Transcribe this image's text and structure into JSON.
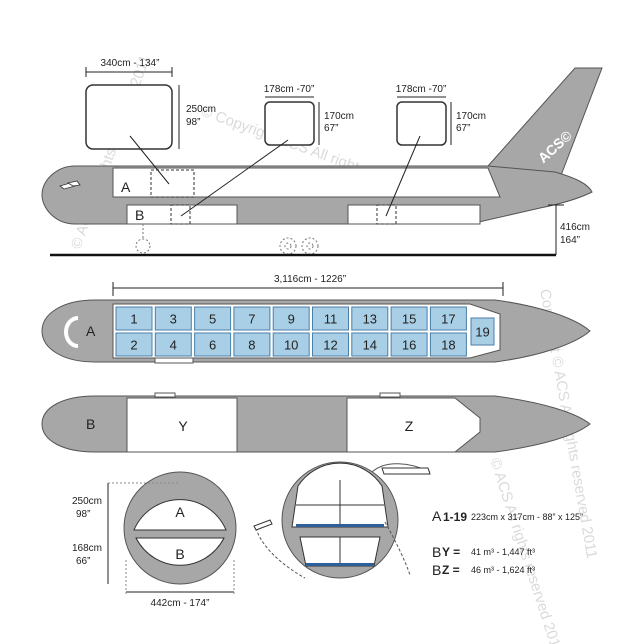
{
  "doors": {
    "main_w": "340cm - 134”",
    "main_h1": "250cm",
    "main_h2": "98”",
    "fwd_w": "178cm -70”",
    "fwd_h1": "170cm",
    "fwd_h2": "67”",
    "aft_w": "178cm -70”",
    "aft_h1": "170cm",
    "aft_h2": "67”"
  },
  "side_view": {
    "hold_upper": "A",
    "hold_lower": "B",
    "tail_logo": "ACS©",
    "height1": "416cm",
    "height2": "164”"
  },
  "main_deck": {
    "length": "3,116cm - 1226”",
    "label": "A",
    "positions_top": [
      "1",
      "3",
      "5",
      "7",
      "9",
      "11",
      "13",
      "15",
      "17"
    ],
    "positions_bottom": [
      "2",
      "4",
      "6",
      "8",
      "10",
      "12",
      "14",
      "16",
      "18"
    ],
    "position_tail": "19"
  },
  "lower_deck": {
    "label": "B",
    "fwd": "Y",
    "aft": "Z"
  },
  "cross_section": {
    "upper": "A",
    "lower": "B",
    "h_upper1": "250cm",
    "h_upper2": "98”",
    "h_lower1": "168cm",
    "h_lower2": "66”",
    "width": "442cm - 174”"
  },
  "legend": {
    "a_letter": "A",
    "a_range": "1-19",
    "a_dims": "223cm x 317cm - 88” x 125”",
    "y_letter": "B",
    "y_key": "Y =",
    "y_value": "41 m³ - 1,447 ft³",
    "z_letter": "B",
    "z_key": "Z =",
    "z_value": "46 m³ - 1,624 ft³"
  },
  "watermark": {
    "w1": "© Copyright ACS All rights reserved 2011",
    "w2": "© ACS All rights reserved 2011",
    "w3": "Copyright © ACS All rights reserved 2011",
    "w4": "© ACS All rights reserved 2011"
  },
  "colors": {
    "fuselage": "#a7a7a7",
    "outline": "#555555",
    "cell": "#a9cfe6",
    "cell_border": "#4a7fa8",
    "white": "#ffffff"
  }
}
